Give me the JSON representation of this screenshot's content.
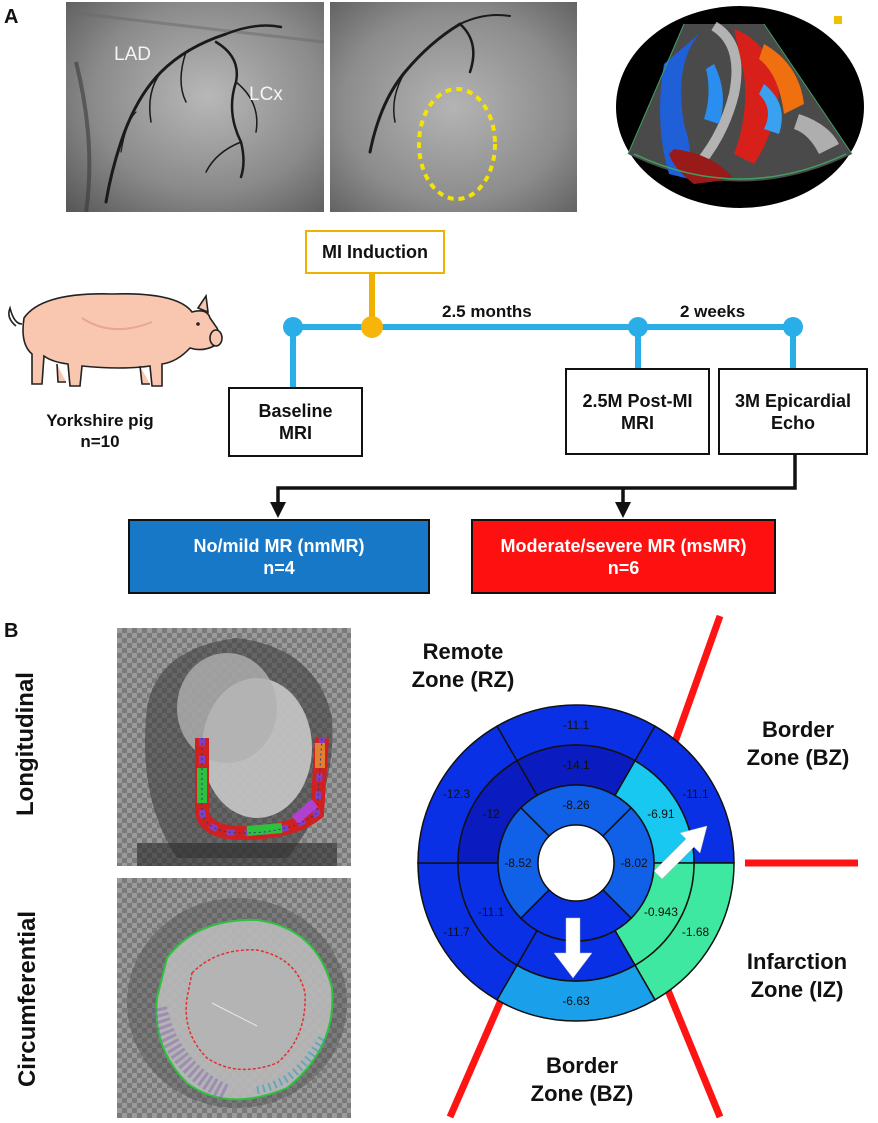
{
  "panels": {
    "a": "A",
    "b": "B"
  },
  "angiogram": {
    "label_lad": "LAD",
    "label_lcx": "LCx"
  },
  "timeline": {
    "mi_induction": "MI Induction",
    "interval_1": "2.5 months",
    "interval_2": "2 weeks",
    "baseline": [
      "Baseline",
      "MRI"
    ],
    "post_mi": [
      "2.5M Post-MI",
      "MRI"
    ],
    "epicardial": [
      "3M Epicardial",
      "Echo"
    ]
  },
  "subject": {
    "name": "Yorkshire pig",
    "count": "n=10"
  },
  "groups": [
    {
      "label": "No/mild MR (nmMR)",
      "count": "n=4",
      "color": "#1878c8"
    },
    {
      "label": "Moderate/severe MR (msMR)",
      "count": "n=6",
      "color": "#ff1010"
    }
  ],
  "mri_labels": {
    "longitudinal": "Longitudinal",
    "circumferential": "Circumferential"
  },
  "zones": {
    "remote": [
      "Remote",
      "Zone (RZ)"
    ],
    "border_top": [
      "Border",
      "Zone (BZ)"
    ],
    "infarction": [
      "Infarction",
      "Zone (IZ)"
    ],
    "border_bottom": [
      "Border",
      "Zone (BZ)"
    ]
  },
  "bullseye_values": {
    "outer": [
      "-11.1",
      "-11.1",
      "-1.68",
      "-6.63",
      "-11.7",
      "-12.3"
    ],
    "middle": [
      "-14.1",
      "-6.91",
      "-0.943",
      "",
      "-11.1",
      "-12"
    ],
    "inner": [
      "-8.26",
      "-8.02",
      "",
      "-8.52"
    ]
  },
  "bullseye_colors": {
    "outer": [
      "#0a30e6",
      "#0a30e6",
      "#3ee8a0",
      "#1aa0ea",
      "#0a30e6",
      "#0a30e6"
    ],
    "middle": [
      "#0a1cc0",
      "#18c8f0",
      "#3ee8a0",
      "#0a30e6",
      "#0a30e6",
      "#0a1cc0"
    ],
    "inner": [
      "#1060e8",
      "#1060e8",
      "#0a30e6",
      "#1060e8"
    ]
  }
}
